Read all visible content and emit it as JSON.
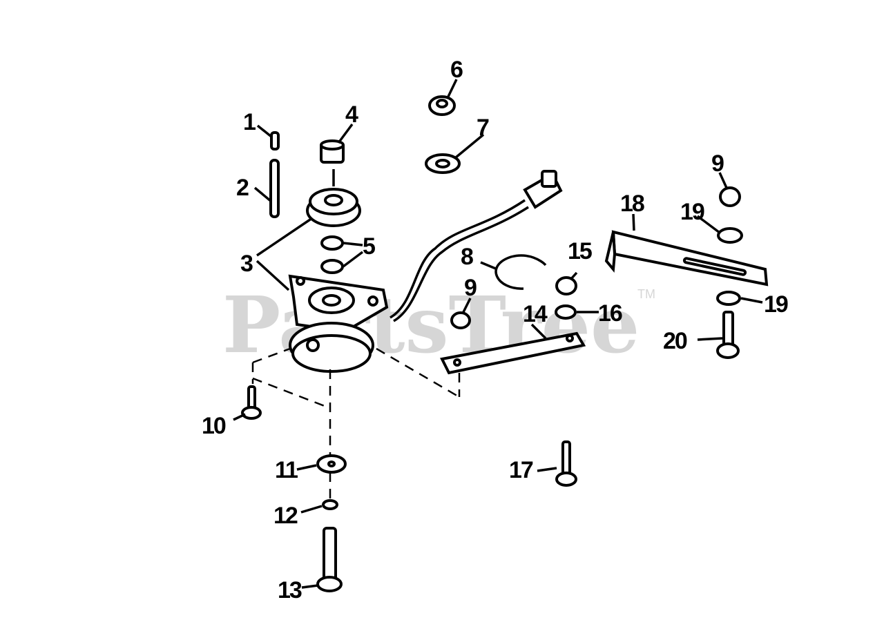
{
  "watermark": {
    "text": "PartsTree",
    "trademark": "TM"
  },
  "callouts": [
    "1",
    "2",
    "3",
    "4",
    "5",
    "6",
    "7",
    "8",
    "9",
    "9",
    "10",
    "11",
    "12",
    "13",
    "14",
    "15",
    "16",
    "17",
    "18",
    "19",
    "19",
    "20"
  ],
  "colors": {
    "ink": "#000000",
    "watermark": "#d6d6d6",
    "background": "#ffffff"
  }
}
